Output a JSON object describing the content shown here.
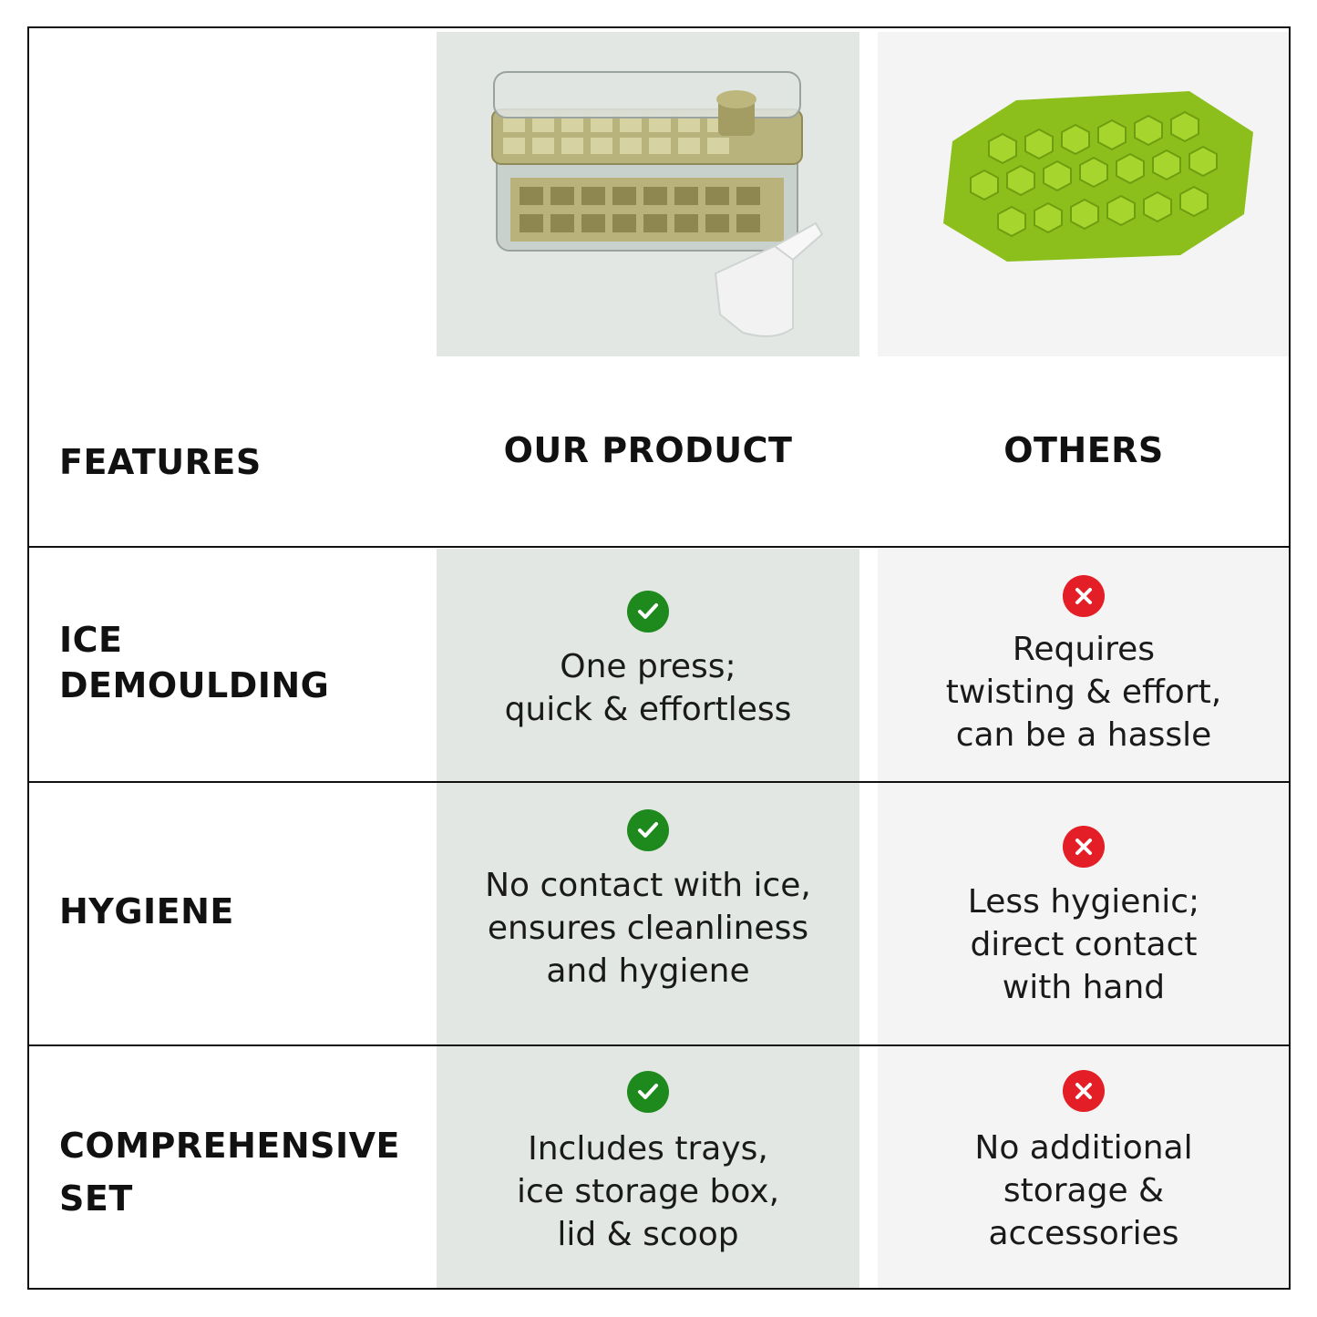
{
  "header": {
    "features_label": "FEATURES",
    "our_product_label": "OUR PRODUCT",
    "others_label": "OTHERS"
  },
  "images": {
    "our_product": "ice-cube-storage-box-with-trays-and-scoop",
    "others": "green-silicone-honeycomb-ice-tray"
  },
  "rows": [
    {
      "feature": "ICE\nDEMOULDING",
      "our": "One press;\nquick & effortless",
      "others": "Requires\ntwisting & effort,\ncan be a hassle"
    },
    {
      "feature": "HYGIENE",
      "our": "No contact with ice,\nensures cleanliness\nand hygiene",
      "others": "Less hygienic;\ndirect contact\nwith hand"
    },
    {
      "feature": "COMPREHENSIVE\nSET",
      "our": "Includes trays,\nice storage box,\nlid & scoop",
      "others": "No additional\nstorage &\naccessories"
    }
  ],
  "icons": {
    "our": "check-icon",
    "others": "cross-icon"
  },
  "colors": {
    "check": "#1e8a1e",
    "cross": "#e41e26",
    "our_bg": "#e3e7e3",
    "others_bg": "#f4f4f4"
  }
}
